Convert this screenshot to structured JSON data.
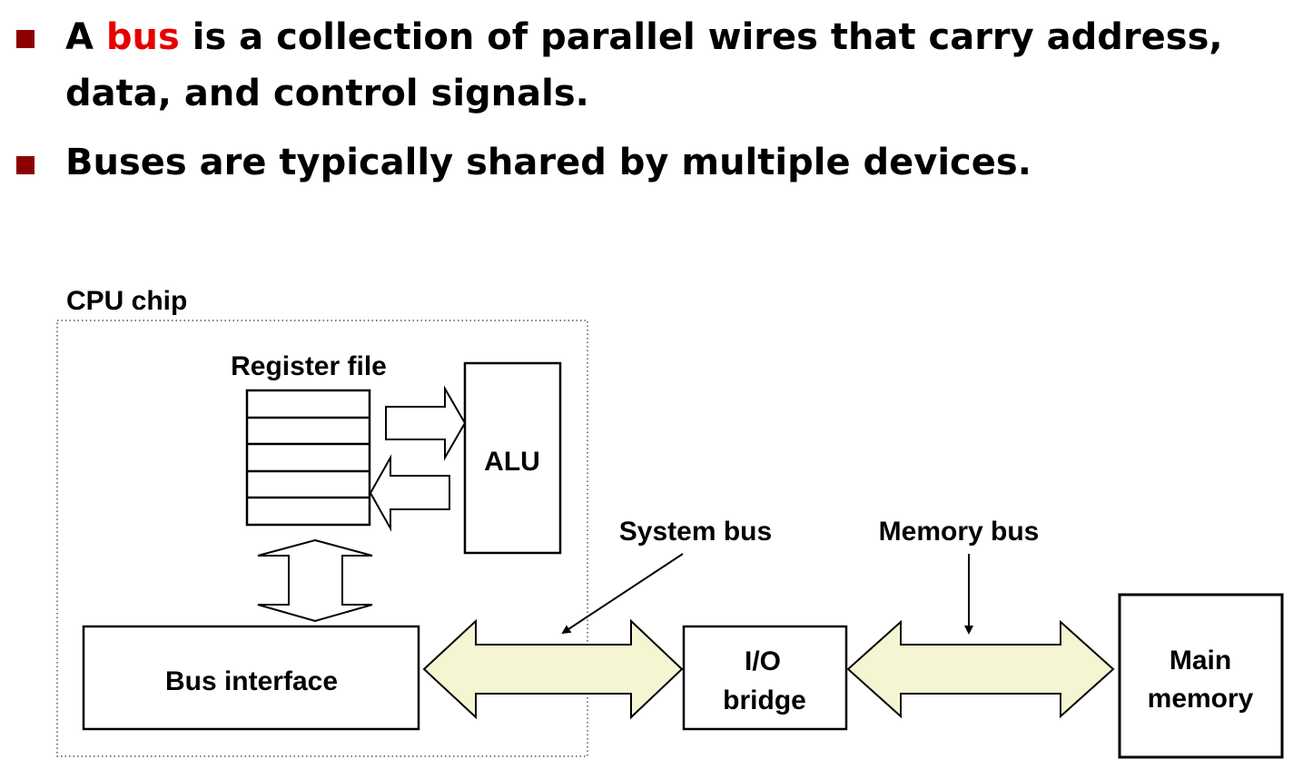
{
  "bullets": [
    {
      "line1_before": "A ",
      "line1_highlight": "bus",
      "line1_after": " is a collection of parallel wires that carry address,",
      "line2": "data, and control signals.",
      "colors": {
        "marker": "#8b0000",
        "highlight": "#e60000"
      }
    },
    {
      "text": "Buses are typically shared by multiple devices."
    }
  ],
  "diagram": {
    "cpu_chip_label": "CPU chip",
    "register_file_label": "Register file",
    "alu_label": "ALU",
    "bus_interface_label": "Bus interface",
    "system_bus_label": "System bus",
    "memory_bus_label": "Memory bus",
    "io_bridge_label": [
      "I/O",
      "bridge"
    ],
    "main_memory_label": [
      "Main",
      "memory"
    ],
    "bus_fill_color": "#f5f5d2"
  }
}
